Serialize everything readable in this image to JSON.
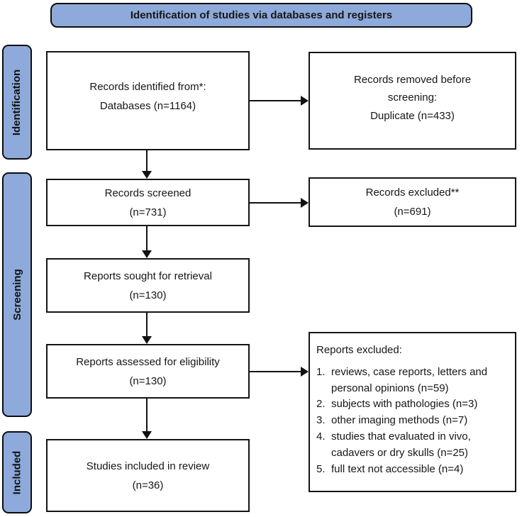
{
  "header": {
    "title": "Identification of studies via databases and registers"
  },
  "colors": {
    "accent_blue": "#8EAADB",
    "line": "#111111"
  },
  "stages": {
    "identification": "Identification",
    "screening": "Screening",
    "included": "Included"
  },
  "boxes": {
    "records_identified": {
      "line1": "Records identified from*:",
      "line2": "Databases (n=1164)"
    },
    "records_removed": {
      "line1": "Records removed before",
      "line2": "screening:",
      "line3": "Duplicate (n=433)"
    },
    "records_screened": {
      "line1": "Records screened",
      "line2": "(n=731)"
    },
    "records_excluded": {
      "line1": "Records excluded**",
      "line2": "(n=691)"
    },
    "reports_sought": {
      "line1": "Reports sought for retrieval",
      "line2": "(n=130)"
    },
    "reports_assessed": {
      "line1": "Reports assessed for eligibility",
      "line2": "(n=130)"
    },
    "reports_excluded": {
      "title": "Reports excluded:",
      "items": [
        {
          "num": "1.",
          "text": "reviews, case reports, letters and personal opinions (n=59)"
        },
        {
          "num": "2.",
          "text": "subjects with pathologies (n=3)"
        },
        {
          "num": "3.",
          "text": "other imaging methods (n=7)"
        },
        {
          "num": "4.",
          "text": "studies that evaluated in vivo, cadavers or dry skulls (n=25)"
        },
        {
          "num": "5.",
          "text": "full text not accessible (n=4)"
        }
      ]
    },
    "studies_included": {
      "line1": "Studies included in review",
      "line2": "(n=36)"
    }
  }
}
